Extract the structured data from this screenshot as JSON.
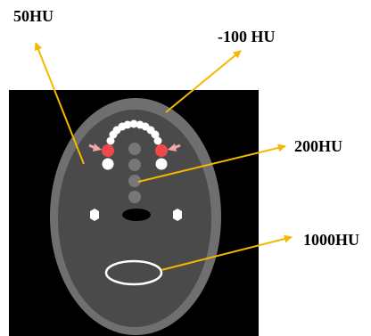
{
  "labels": {
    "hu_50": "50HU",
    "hu_minus_100": "-100 HU",
    "hu_200": "200HU",
    "hu_1000": "1000HU"
  },
  "colors": {
    "background": "#000000",
    "outer_shell": "#6f6f6f",
    "inner_region": "#4a4a4a",
    "bright_structure": "#ffffff",
    "mid_inserts": "#777777",
    "red_markers": "#f04848",
    "marker_arrows": "#f2a6a6",
    "callout_arrows": "#f5b800"
  }
}
